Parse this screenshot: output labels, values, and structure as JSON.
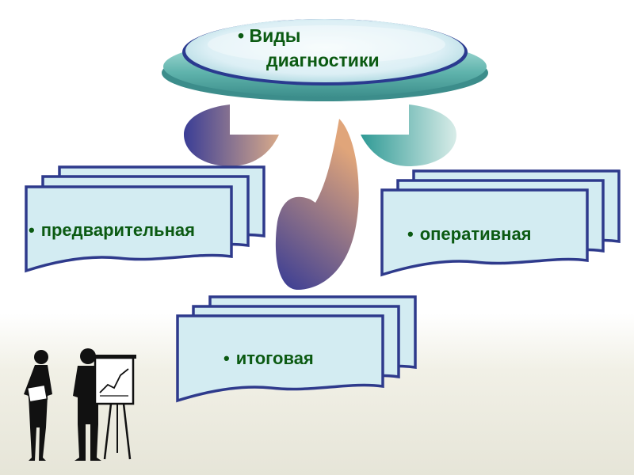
{
  "title": {
    "bullet": "•",
    "line1": "Виды",
    "line2": "диагностики"
  },
  "types": [
    {
      "bullet": "•",
      "label": "предварительная"
    },
    {
      "bullet": "•",
      "label": "оперативная"
    },
    {
      "bullet": "•",
      "label": "итоговая"
    }
  ],
  "colors": {
    "text": "#0b5a12",
    "card_fill": "#d3ecf2",
    "card_border": "#2e3a8c",
    "connector_dark": "#3c3f97",
    "connector_light": "#d9a17b",
    "teal": "#3f9f99"
  }
}
